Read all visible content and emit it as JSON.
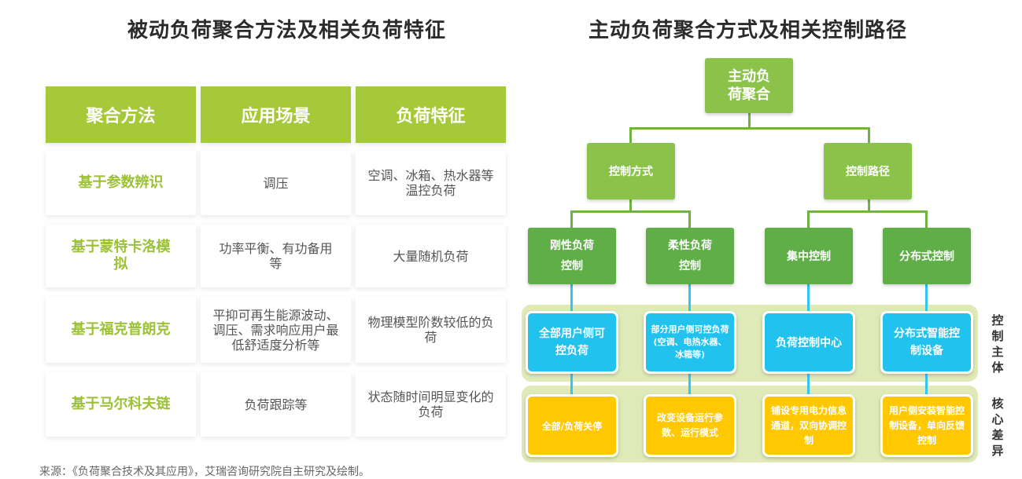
{
  "left_title": "被动负荷聚合方法及相关负荷特征",
  "right_title": "主动负荷聚合方式及相关控制路径",
  "table": {
    "headers": [
      "聚合方法",
      "应用场景",
      "负荷特征"
    ],
    "rows": [
      {
        "method": "基于参数辨识",
        "scenario": "调压",
        "feature": "空调、冰箱、热水器等温控负荷"
      },
      {
        "method": "基于蒙特卡洛模拟",
        "scenario": "功率平衡、有功备用等",
        "feature": "大量随机负荷"
      },
      {
        "method": "基于福克普朗克",
        "scenario": "平抑可再生能源波动、调压、需求响应用户最低舒适度分析等",
        "feature": "物理模型阶数较低的负荷"
      },
      {
        "method": "基于马尔科夫链",
        "scenario": "负荷跟踪等",
        "feature": "状态随时间明显变化的负荷"
      }
    ]
  },
  "footer": "来源：《负荷聚合技术及其应用》，艾瑞咨询研究院自主研究及绘制。",
  "diagram": {
    "root": "主动负荷聚合",
    "level1": [
      "控制方式",
      "控制路径"
    ],
    "level2": [
      "刚性负荷控制",
      "柔性负荷控制",
      "集中控制",
      "分布式控制"
    ],
    "subjects": [
      "全部用户侧可控负荷",
      "部分用户侧可控负荷(空调、电热水器、冰箱等)",
      "负荷控制中心",
      "分布式智能控制设备"
    ],
    "differences": [
      "全部/负荷关停",
      "改变设备运行参数、运行模式",
      "铺设专用电力信息通道，双向协调控制",
      "用户侧安装智能控制设备，单向反馈控制"
    ],
    "side_labels": {
      "subject": "控制主体",
      "difference": "核心差异"
    }
  }
}
